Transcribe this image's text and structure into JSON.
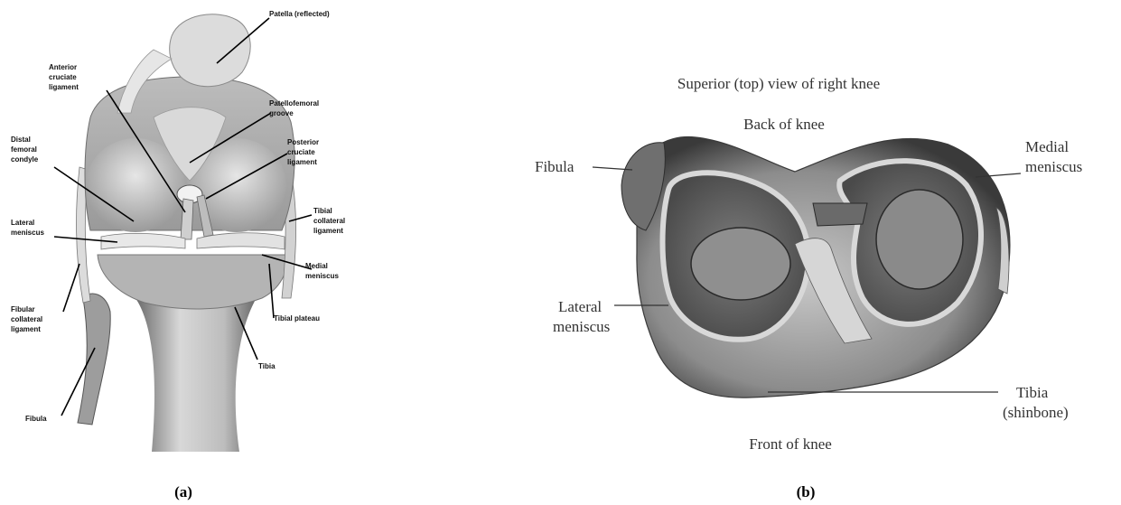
{
  "panel_a": {
    "caption": "(a)",
    "labels": {
      "patella": "Patella (reflected)",
      "acl": [
        "Anterior",
        "cruciate",
        "ligament"
      ],
      "patellofemoral": [
        "Patellofemoral",
        "groove"
      ],
      "distal_condyle": [
        "Distal",
        "femoral",
        "condyle"
      ],
      "pcl": [
        "Posterior",
        "cruciate",
        "ligament"
      ],
      "lateral_meniscus": [
        "Lateral",
        "meniscus"
      ],
      "tibial_collateral": [
        "Tibial",
        "collateral",
        "ligament"
      ],
      "medial_meniscus": [
        "Medial",
        "meniscus"
      ],
      "fibular_collateral": [
        "Fibular",
        "collateral",
        "ligament"
      ],
      "tibial_plateau": "Tibial plateau",
      "tibia": "Tibia",
      "fibula": "Fibula"
    }
  },
  "panel_b": {
    "caption": "(b)",
    "title": "Superior (top) view of right knee",
    "labels": {
      "back": "Back of knee",
      "fibula": "Fibula",
      "medial_meniscus": [
        "Medial",
        "meniscus"
      ],
      "lateral_meniscus": [
        "Lateral",
        "meniscus"
      ],
      "tibia": [
        "Tibia",
        "(shinbone)"
      ],
      "front": "Front of knee"
    }
  }
}
